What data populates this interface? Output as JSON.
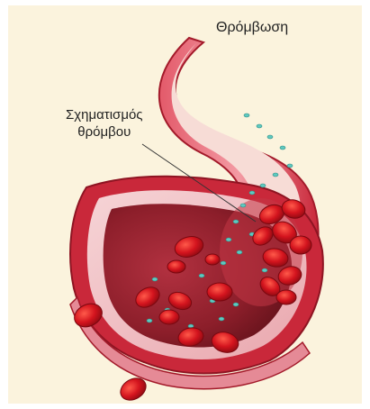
{
  "diagram": {
    "title": "Θρόμβωση",
    "annotation": {
      "line1": "Σχηματισμός",
      "line2": "θρόμβου"
    }
  },
  "colors": {
    "background": "#fbf3dd",
    "vessel_outer": "#c9283a",
    "vessel_wall": "#f2c0c4",
    "lumen": "#9b2230",
    "red_blood_cell": "#d4141e",
    "platelet": "#5fc9c0"
  },
  "icons": [
    "blood-vessel-illustration",
    "red-blood-cell-icon",
    "platelet-icon"
  ]
}
